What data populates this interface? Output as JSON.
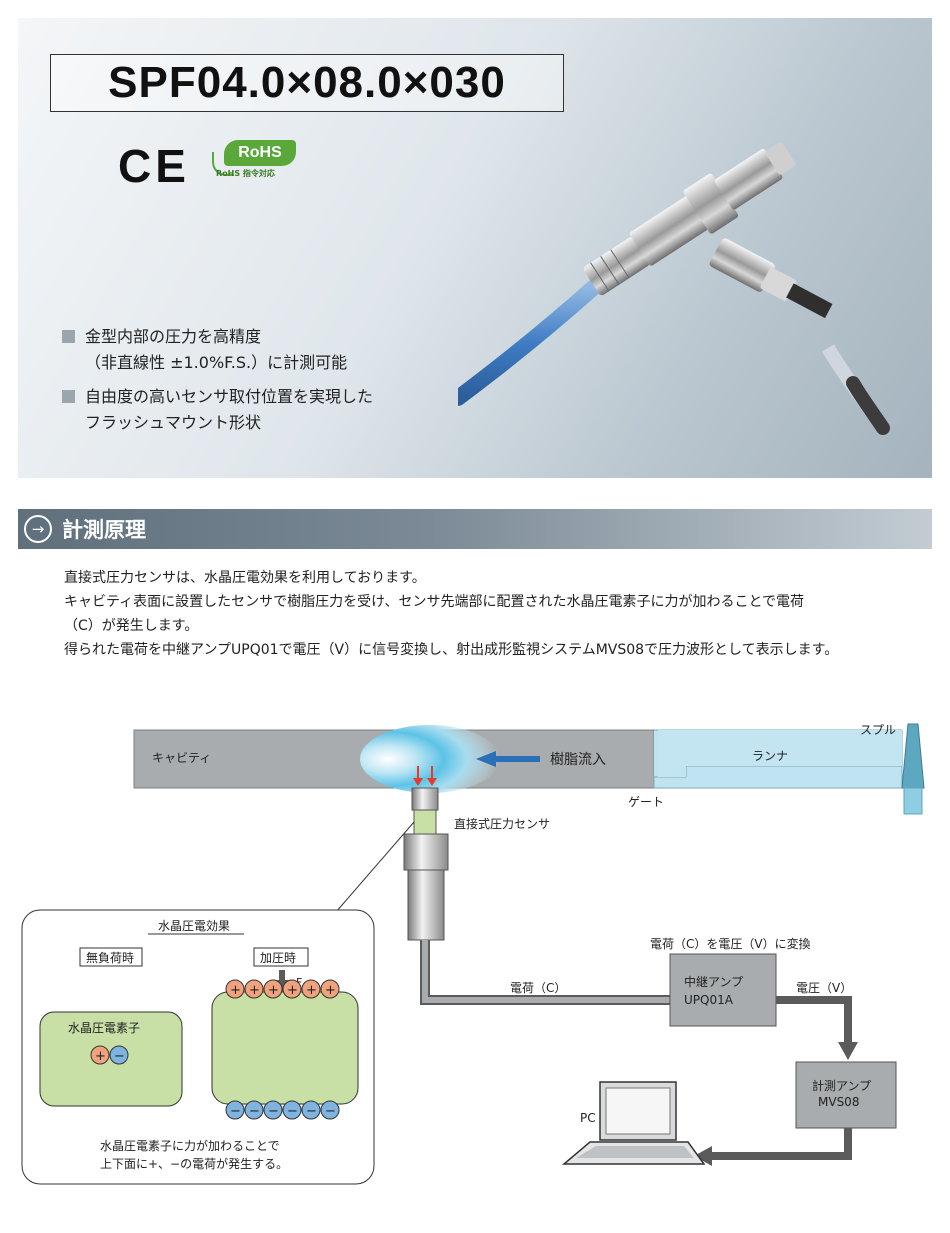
{
  "product": {
    "model": "SPF04.0×08.0×030",
    "ce_mark": "CE",
    "rohs_label": "RoHS",
    "rohs_sub": "RoHS 指令対応"
  },
  "features": [
    {
      "line1": "金型内部の圧力を高精度",
      "line2": "（非直線性 ±1.0%F.S.）に計測可能"
    },
    {
      "line1": "自由度の高いセンサ取付位置を実現した",
      "line2": "フラッシュマウント形状"
    }
  ],
  "section": {
    "title": "計測原理"
  },
  "description": [
    "直接式圧力センサは、水晶圧電効果を利用しております。",
    "キャビティ表面に設置したセンサで樹脂圧力を受け、センサ先端部に配置された水晶圧電素子に力が加わることで電荷",
    "（C）が発生します。",
    "得られた電荷を中継アンプUPQ01で電圧（V）に信号変換し、射出成形監視システムMVS08で圧力波形として表示します。"
  ],
  "diagram": {
    "sprue": "スプル",
    "cavity": "キャビティ",
    "resin_inflow": "樹脂流入",
    "runner": "ランナ",
    "gate": "ゲート",
    "sensor": "直接式圧力センサ",
    "effect_title": "水晶圧電効果",
    "no_load": "無負荷時",
    "pressurized": "加圧時",
    "force": "F",
    "crystal": "水晶圧電素子",
    "effect_note1": "水晶圧電素子に力が加わることで",
    "effect_note2": "上下面に+、−の電荷が発生する。",
    "conversion": "電荷（C）を電圧（V）に変換",
    "charge": "電荷（C）",
    "voltage": "電圧（V）",
    "relay_amp": "中継アンプ",
    "relay_model": "UPQ01A",
    "meter_amp": "計測アンプ",
    "meter_model": "MVS08",
    "pc": "PC",
    "plus": "+",
    "minus": "−"
  },
  "colors": {
    "section_bar": "#6d7c88",
    "cavity_gray": "#a8acae",
    "runner_blue": "#bfe3f0",
    "arrow_blue": "#2a6fb8",
    "crystal_green": "#c8e0a6",
    "plus_orange": "#f0a27c",
    "minus_blue": "#7fb3e0",
    "cable_gray": "#8a8d8f",
    "red_arrow": "#e63a2a"
  }
}
